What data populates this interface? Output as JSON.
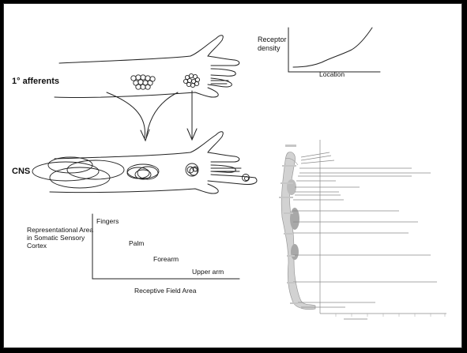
{
  "labels": {
    "afferents": "1° afferents",
    "cns": "CNS",
    "receptor_density": "Receptor density",
    "location": "Location"
  },
  "field_chart": {
    "y_label": "Representational Area in Somatic Sensory Cortex",
    "x_label": "Receptive Field Area",
    "categories": [
      "Fingers",
      "Palm",
      "Forearm",
      "Upper arm"
    ]
  },
  "colors": {
    "background": "#ffffff",
    "frame": "#000000",
    "ink": "#222222",
    "homunculus": "#cfcfcf"
  }
}
